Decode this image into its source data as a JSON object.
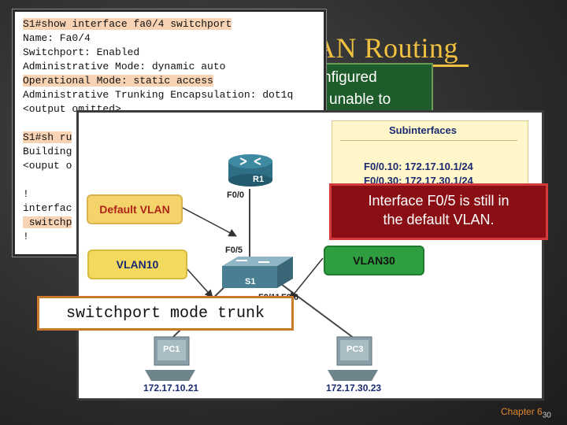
{
  "slide": {
    "title": "AN Routing",
    "bullet_lines": [
      "nfigured",
      "unable to"
    ]
  },
  "terminal": {
    "lines": [
      "S1#show interface fa0/4 switchport",
      "Name: Fa0/4",
      "Switchport: Enabled",
      "Administrative Mode: dynamic auto",
      "Operational Mode: static access",
      "Administrative Trunking Encapsulation: dot1q",
      "<output omitted>",
      "",
      "S1#sh ru",
      "Building",
      "<ouput o",
      "",
      "!",
      "interfac",
      " switchp",
      "!"
    ]
  },
  "diagram": {
    "subinterfaces_title": "Subinterfaces",
    "subinterfaces": [
      "F0/0.10: 172.17.10.1/24",
      "F0/0.30: 172.17.30.1/24"
    ],
    "router_label": "R1",
    "router_port": "F0/0",
    "switch_label": "S1",
    "switch_port_top": "F0/5",
    "switch_port_left": "F0/11",
    "switch_port_right": "F0/6",
    "vlan_default": "Default VLAN",
    "vlan10": "VLAN10",
    "vlan30": "VLAN30",
    "pc1_label": "PC1",
    "pc1_ip": "172.17.10.21",
    "pc3_label": "PC3",
    "pc3_ip": "172.17.30.23"
  },
  "callout": {
    "line1": "Interface F0/5 is still in",
    "line2": "the default VLAN."
  },
  "command": "switchport mode trunk",
  "footer": {
    "chapter": "Chapter 6",
    "page": "30"
  },
  "colors": {
    "title": "#f0c040",
    "callout_bg": "#8a0f14",
    "vlan30": "#2f9e40",
    "vlan10": "#f4d95f"
  }
}
